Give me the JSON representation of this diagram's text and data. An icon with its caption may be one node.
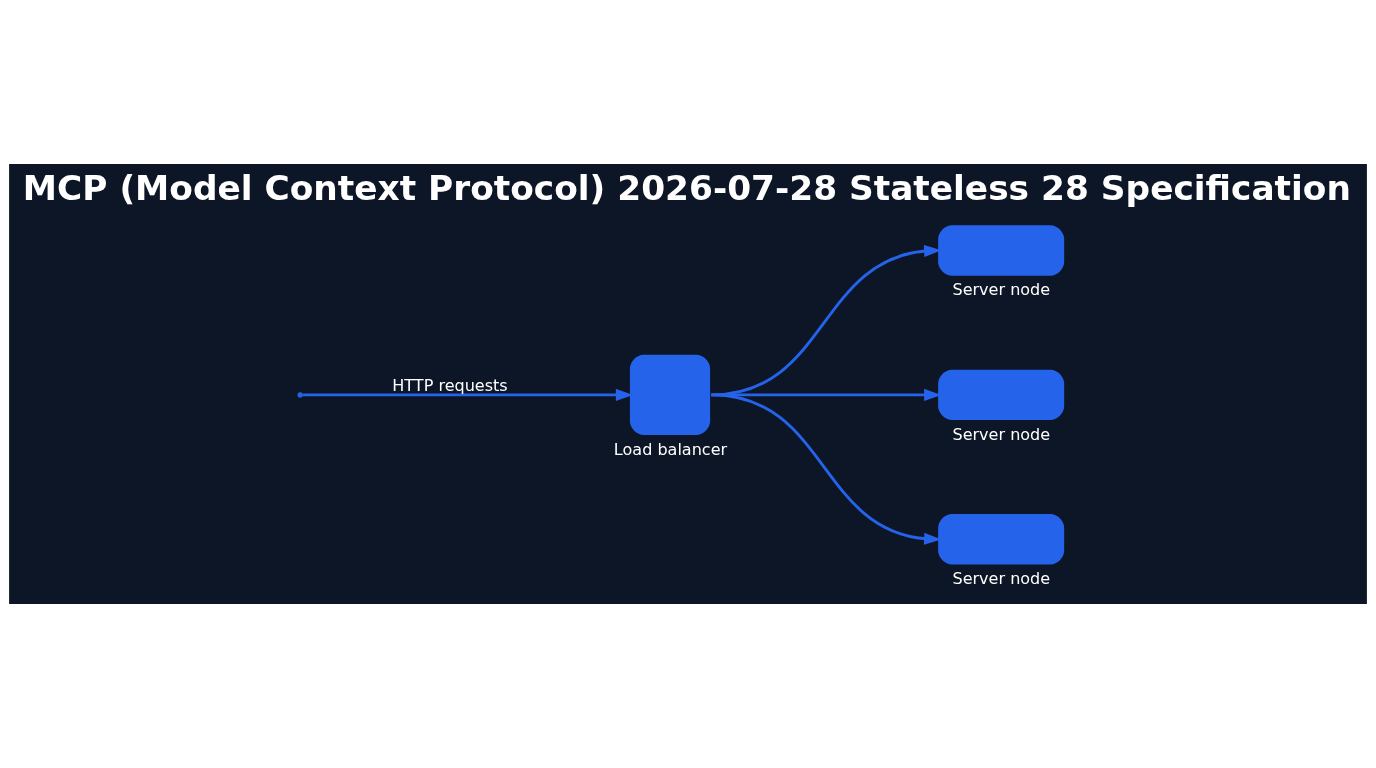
{
  "diagram": {
    "title": "MCP (Model Context Protocol) 2026-07-28 Stateless 28 Specification",
    "nodes": [
      {
        "text": [],
        "shape": "box",
        "beside": [
          "Load balancer"
        ]
      },
      {
        "text": [],
        "shape": "box",
        "beside": [
          "Server node"
        ]
      },
      {
        "text": [],
        "shape": "box",
        "beside": [
          "Server node"
        ]
      },
      {
        "text": [],
        "shape": "box",
        "beside": [
          "Server node"
        ]
      }
    ],
    "edges": [
      {
        "from": null,
        "to": 0,
        "arrow": "to",
        "label": "HTTP requests"
      },
      {
        "from": 0,
        "to": 1,
        "arrow": "to"
      },
      {
        "from": 0,
        "to": 2,
        "arrow": "to"
      },
      {
        "from": 0,
        "to": 3,
        "arrow": "to"
      }
    ]
  }
}
